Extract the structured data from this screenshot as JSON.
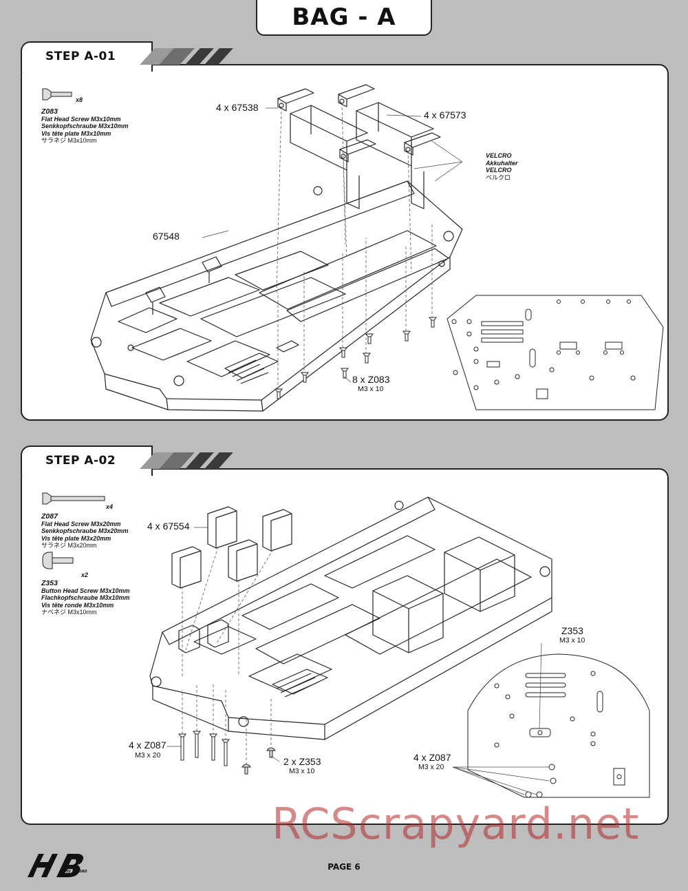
{
  "header": {
    "title": "BAG - A"
  },
  "step1": {
    "label": "STEP A-01",
    "screw": {
      "qty": "x8",
      "code": "Z083",
      "en": "Flat Head Screw M3x10mm",
      "de": "Senkkopfschraube M3x10mm",
      "fr": "Vis tête plate M3x10mm",
      "jp": "サラネジ M3x10mm"
    },
    "callouts": {
      "holder": "4 x 67538",
      "strap": "4 x 67573",
      "chassis": "67548",
      "screws": "8 x Z083",
      "screws_size": "M3 x 10"
    },
    "velcro": {
      "en": "VELCRO",
      "de": "Akkuhalter",
      "fr": "VELCRO",
      "jp": "ベルクロ"
    }
  },
  "step2": {
    "label": "STEP A-02",
    "screw_a": {
      "qty": "x4",
      "code": "Z087",
      "en": "Flat Head Screw M3x20mm",
      "de": "Senkkopfschraube M3x20mm",
      "fr": "Vis tête plate M3x20mm",
      "jp": "サラネジ M3x20mm"
    },
    "screw_b": {
      "qty": "x2",
      "code": "Z353",
      "en": "Button Head Screw M3x10mm",
      "de": "Flachkopfschraube M3x10mm",
      "fr": "Vis tête ronde M3x10mm",
      "jp": "ナベネジ M3x10mm"
    },
    "callouts": {
      "posts": "4 x 67554",
      "z087": "4 x Z087",
      "z087_size": "M3 x 20",
      "z353": "2 x Z353",
      "z353_size": "M3 x 10",
      "z353_detail": "Z353",
      "z353_detail_size": "M3 x 10",
      "z087_detail": "4 x Z087",
      "z087_detail_size": "M3 x 20"
    }
  },
  "footer": {
    "page": "PAGE 6",
    "logo": "HB",
    "logo_sub": "By Hobao"
  },
  "watermark": "RCScrapyard.net",
  "colors": {
    "background": "#bdbdbd",
    "panel": "#ffffff",
    "stripe_dark": "#3a3a3a",
    "stripe_mid": "#6e6e6e",
    "stripe_light": "#9a9a9a",
    "watermark": "#b42828"
  }
}
